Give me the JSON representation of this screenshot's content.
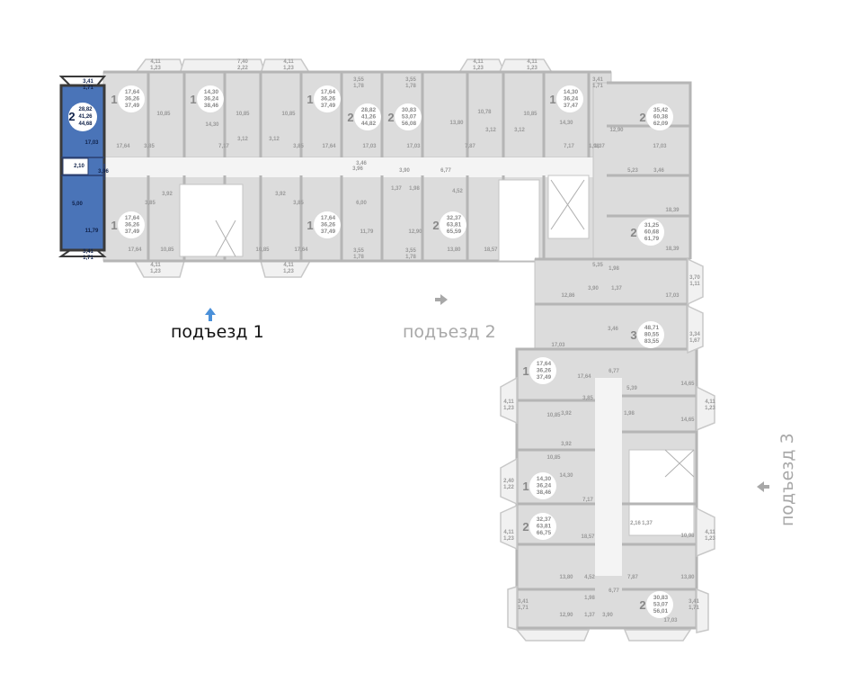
{
  "entrances": [
    {
      "label": "подъезд 1",
      "color": "#111111"
    },
    {
      "label": "подъезд 2",
      "color": "#a8a8a8"
    },
    {
      "label": "подъезд 3",
      "color": "#a8a8a8"
    }
  ],
  "highlight": {
    "rooms": "2",
    "areas": [
      "28,82",
      "41,26",
      "44,68"
    ],
    "room_labels": [
      "17,03",
      "3,96",
      "2,10",
      "5,00",
      "11,79",
      "3,41",
      "1,71",
      "3,41",
      "1,71"
    ],
    "color": "#4a74b8"
  },
  "apartments": [
    {
      "rooms": "1",
      "areas": [
        "17,64",
        "36,26",
        "37,49"
      ]
    },
    {
      "rooms": "1",
      "areas": [
        "14,30",
        "36,24",
        "38,46"
      ]
    },
    {
      "rooms": "1",
      "areas": [
        "17,64",
        "36,26",
        "37,49"
      ]
    },
    {
      "rooms": "2",
      "areas": [
        "28,82",
        "41,26",
        "44,82"
      ]
    },
    {
      "rooms": "2",
      "areas": [
        "30,83",
        "53,07",
        "56,08"
      ]
    },
    {
      "rooms": "1",
      "areas": [
        "14,30",
        "36,24",
        "37,47"
      ]
    },
    {
      "rooms": "2",
      "areas": [
        "35,42",
        "60,38",
        "62,09"
      ]
    },
    {
      "rooms": "1",
      "areas": [
        "17,64",
        "36,26",
        "37,49"
      ]
    },
    {
      "rooms": "1",
      "areas": [
        "17,64",
        "36,26",
        "37,49"
      ]
    },
    {
      "rooms": "2",
      "areas": [
        "32,37",
        "63,81",
        "65,59"
      ]
    },
    {
      "rooms": "2",
      "areas": [
        "31,25",
        "60,68",
        "61,79"
      ]
    },
    {
      "rooms": "3",
      "areas": [
        "48,71",
        "80,55",
        "83,55"
      ]
    },
    {
      "rooms": "1",
      "areas": [
        "17,64",
        "36,26",
        "37,49"
      ]
    },
    {
      "rooms": "1",
      "areas": [
        "14,30",
        "36,24",
        "38,46"
      ]
    },
    {
      "rooms": "2",
      "areas": [
        "32,37",
        "63,81",
        "66,75"
      ]
    },
    {
      "rooms": "2",
      "areas": [
        "30,83",
        "53,07",
        "56,01"
      ]
    }
  ],
  "room_labels": [
    "4,11",
    "1,23",
    "7,40",
    "2,22",
    "4,11",
    "1,23",
    "3,55",
    "1,78",
    "3,55",
    "1,78",
    "4,11",
    "1,23",
    "4,11",
    "1,23",
    "3,41",
    "1,71",
    "10,85",
    "14,30",
    "10,85",
    "10,85",
    "3,12",
    "3,12",
    "17,64",
    "3,85",
    "7,17",
    "3,85",
    "17,64",
    "17,03",
    "17,03",
    "13,80",
    "10,78",
    "10,85",
    "7,87",
    "3,12",
    "3,12",
    "14,30",
    "7,17",
    "12,90",
    "17,03",
    "1,98",
    "1,37",
    "3,96",
    "3,46",
    "3,90",
    "6,77",
    "1,37",
    "1,98",
    "4,52",
    "5,23",
    "3,46",
    "3,85",
    "3,92",
    "3,92",
    "3,85",
    "6,00",
    "11,79",
    "12,90",
    "13,80",
    "18,57",
    "18,39",
    "18,39",
    "17,64",
    "10,85",
    "10,85",
    "17,64",
    "4,11",
    "1,23",
    "4,11",
    "1,23",
    "3,55",
    "1,78",
    "3,55",
    "1,78",
    "5,35",
    "1,98",
    "12,86",
    "3,90",
    "1,37",
    "17,03",
    "3,70",
    "1,11",
    "3,46",
    "17,03",
    "3,34",
    "1,67",
    "17,64",
    "6,77",
    "14,65",
    "5,39",
    "3,85",
    "10,85",
    "3,92",
    "3,92",
    "1,98",
    "14,65",
    "10,85",
    "14,30",
    "7,17",
    "18,57",
    "13,80",
    "4,52",
    "6,77",
    "1,98",
    "12,90",
    "1,37",
    "3,90",
    "2,16",
    "1,37",
    "10,98",
    "7,87",
    "13,80",
    "17,03",
    "4,11",
    "1,23",
    "4,11",
    "1,23",
    "2,40",
    "1,22",
    "4,11",
    "1,23",
    "4,11",
    "1,23",
    "3,41",
    "1,71",
    "3,41",
    "1,71"
  ],
  "colors": {
    "room": "#dcdcdc",
    "wall": "#b5b5b5",
    "highlight": "#4a74b8",
    "arrow": "#4a90d9",
    "entrance_gray": "#a8a8a8"
  }
}
